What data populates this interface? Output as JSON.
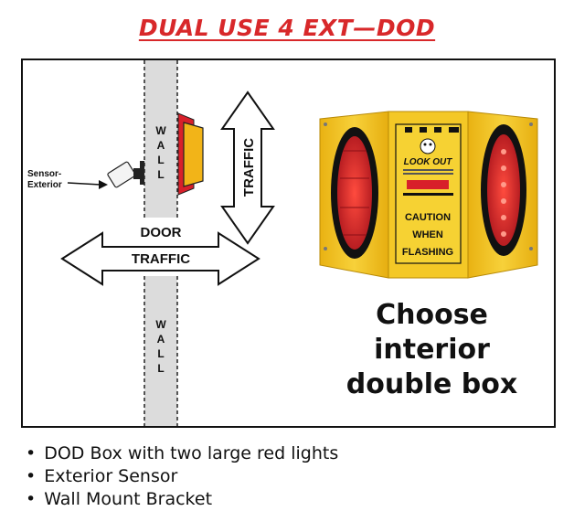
{
  "title": "DUAL USE 4 EXT—DOD",
  "diagram": {
    "wall_top_letters": [
      "W",
      "A",
      "L",
      "L"
    ],
    "wall_bottom_letters": [
      "W",
      "A",
      "L",
      "L"
    ],
    "door_label": "DOOR",
    "traffic_horizontal_label": "TRAFFIC",
    "traffic_vertical_label": "TRAFFIC",
    "sensor_label_line1": "Sensor-",
    "sensor_label_line2": "Exterior"
  },
  "product": {
    "sign_brand": "LOOK OUT",
    "sign_caution_line1": "CAUTION",
    "sign_caution_line2": "WHEN",
    "sign_caution_line3": "FLASHING",
    "colors": {
      "box": "#f2c21b",
      "light": "#d8202a",
      "title": "#d8282a"
    }
  },
  "choose_text": [
    "Choose",
    "interior",
    "double box"
  ],
  "bullets": [
    "DOD Box with two large red lights",
    "Exterior Sensor",
    "Wall Mount Bracket"
  ]
}
